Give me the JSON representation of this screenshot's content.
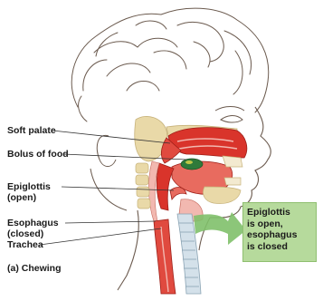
{
  "labels": {
    "soft_palate": "Soft palate",
    "bolus": "Bolus of food",
    "epiglottis_1": "Epiglottis",
    "epiglottis_2": "(open)",
    "esophagus_1": "Esophagus",
    "esophagus_2": "(closed)",
    "trachea": "Trachea",
    "caption": "(a) Chewing"
  },
  "callout": {
    "line1": "Epiglottis",
    "line2": "is open,",
    "line3": "esophagus",
    "line4": "is closed"
  },
  "colors": {
    "tissue_red": "#d9342b",
    "tissue_pink": "#f2b8b0",
    "bone": "#e9d9a8",
    "food": "#2f7a3a",
    "arrow_green": "#7fc06a",
    "callout_bg": "#b6da9c"
  }
}
